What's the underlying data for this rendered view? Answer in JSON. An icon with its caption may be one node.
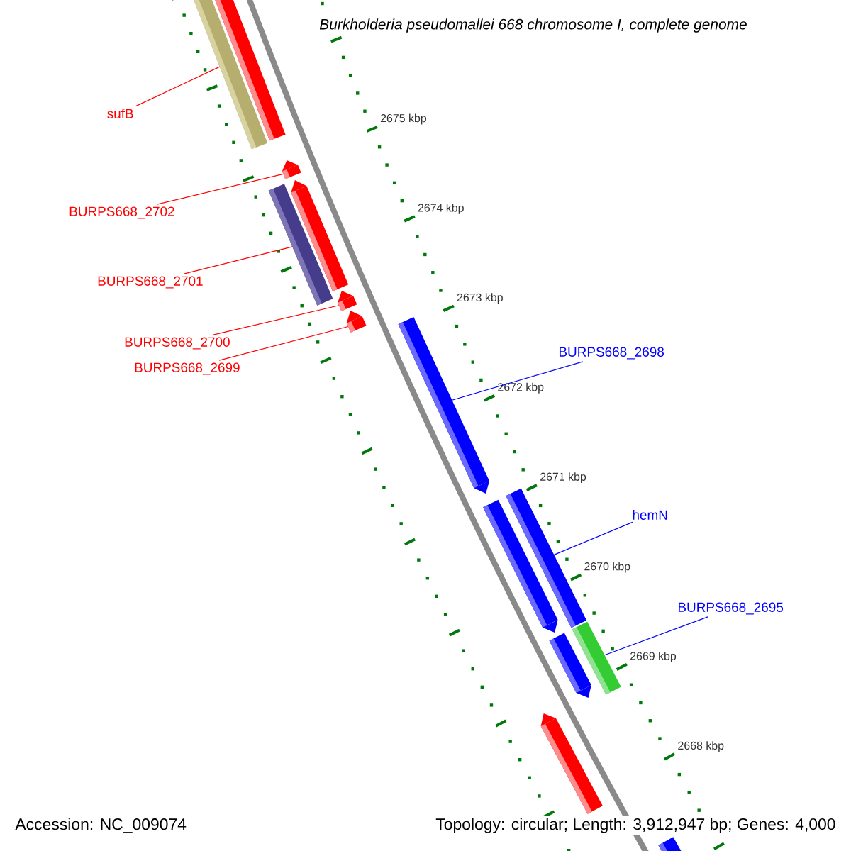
{
  "diagram": {
    "title": "Burkholderia pseudomallei 668 chromosome I, complete genome",
    "nodes": [
      {
        "text": [],
        "shape": "bar"
      },
      {
        "text": [],
        "shape": "bar"
      },
      {
        "text": [
          "sufB"
        ]
      },
      {
        "text": [],
        "shape": "bar"
      },
      {
        "text": [],
        "shape": "bar"
      },
      {
        "text": [],
        "shape": "bar"
      },
      {
        "text": [
          "BURPS668_2702"
        ]
      },
      {
        "text": [
          "BURPS668_2701"
        ]
      },
      {
        "text": [],
        "shape": "bar"
      },
      {
        "text": [],
        "shape": "bar"
      },
      {
        "text": [],
        "shape": "bar"
      },
      {
        "text": [
          "BURPS668_2700"
        ]
      },
      {
        "text": [
          "BURPS668_2698"
        ]
      },
      {
        "text": [
          "BURPS668_2699"
        ]
      },
      {
        "text": [],
        "shape": "bar"
      },
      {
        "text": [],
        "shape": "bar"
      },
      {
        "text": [
          "hemN"
        ]
      },
      {
        "text": [
          "BURPS668_2695"
        ]
      },
      {
        "text": [],
        "shape": "bar"
      },
      {
        "text": [],
        "shape": "bar"
      },
      {
        "text": [],
        "shape": "bar"
      },
      {
        "text": [],
        "shape": "bar"
      }
    ],
    "edges": [
      {
        "from": 2,
        "to": 0,
        "arrow": "none"
      },
      {
        "from": 6,
        "to": 3,
        "arrow": "none"
      },
      {
        "from": 7,
        "to": 5,
        "arrow": "none"
      },
      {
        "from": 11,
        "to": 8,
        "arrow": "none"
      },
      {
        "from": 13,
        "to": 9,
        "arrow": "none"
      },
      {
        "from": 12,
        "to": 10,
        "arrow": "none",
        "color": "#0000ff"
      },
      {
        "from": 16,
        "to": 14,
        "arrow": "none",
        "color": "#0000ff"
      },
      {
        "from": 17,
        "to": 18,
        "arrow": "none",
        "color": "#0000ff"
      }
    ],
    "labels": [
      "2675 kbp",
      "2674 kbp",
      "2673 kbp",
      "2672 kbp",
      "2671 kbp",
      "2670 kbp",
      "2669 kbp",
      "2668 kbp",
      "Accession: NC_009074",
      "Topology: circular; Length: 3,912,947 bp; Genes: 4,000"
    ]
  }
}
